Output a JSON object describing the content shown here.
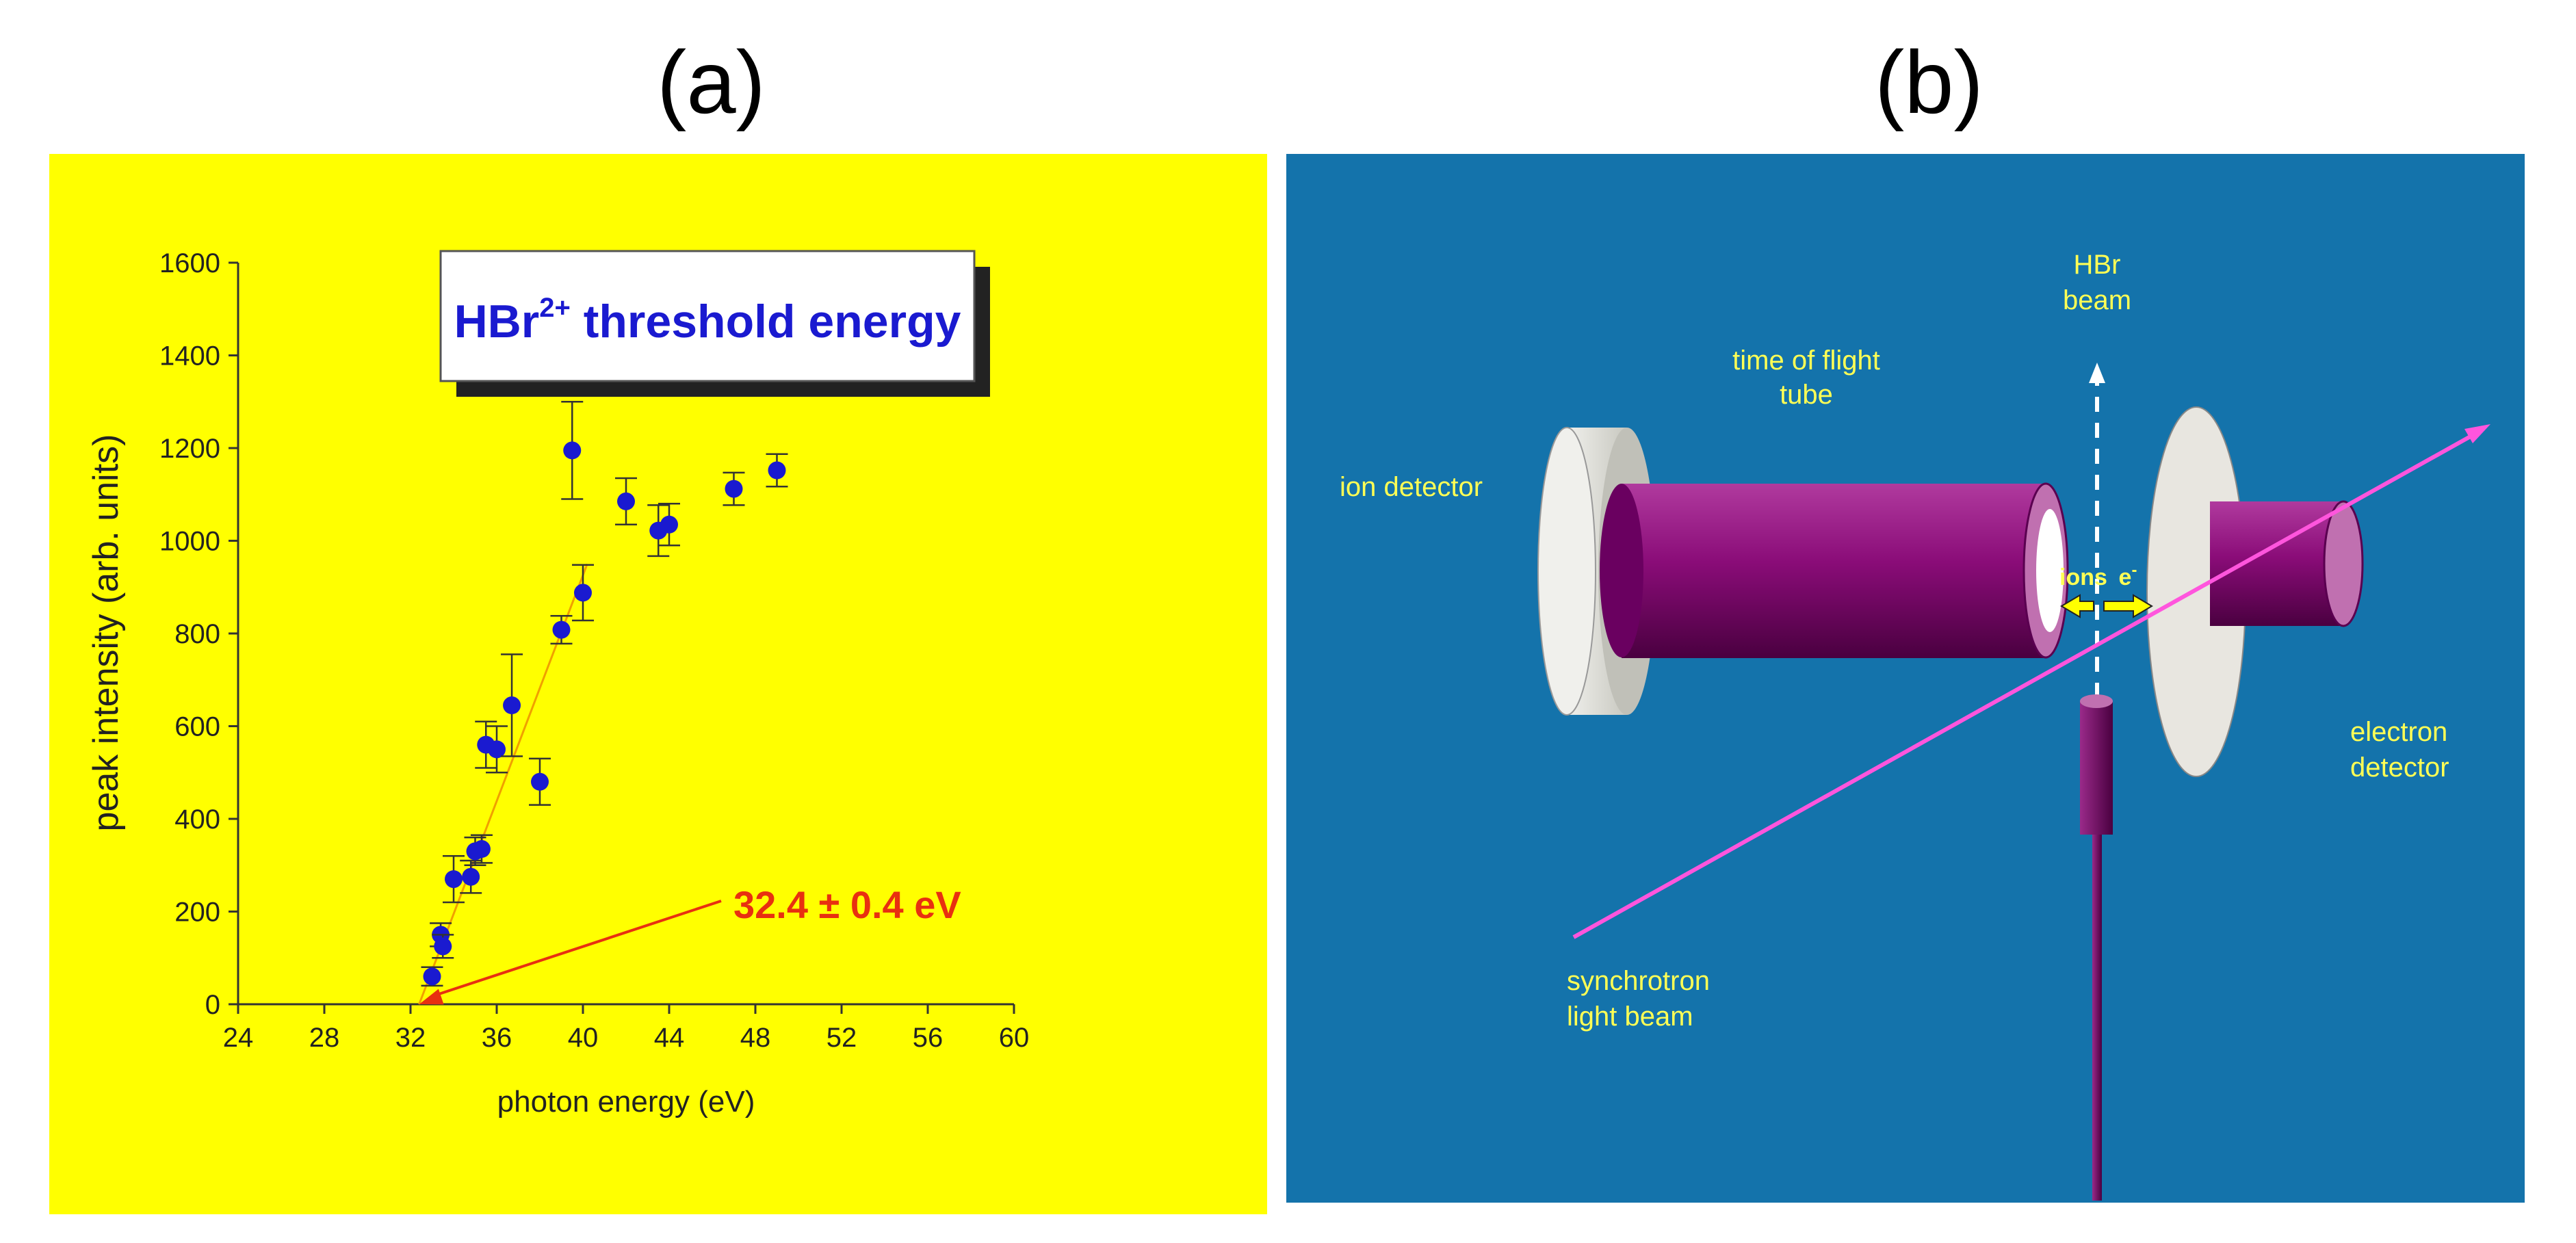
{
  "panels": {
    "a_label": "(a)",
    "b_label": "(b)"
  },
  "colors": {
    "panel_a_bg": "#ffff00",
    "panel_b_bg": "#1473ab",
    "point": "#1a1ad0",
    "fit_line": "#f0a000",
    "annotation": "#e83010",
    "label_yellow": "#ffff55",
    "tube_purple": "#8a0c78",
    "beam_pink": "#ff55dd"
  },
  "chart_data": {
    "type": "scatter",
    "title_main": "HBr",
    "title_sup": "2+",
    "title_rest": " threshold energy",
    "xlabel": "photon energy (eV)",
    "ylabel": "peak intensity (arb. units)",
    "xlim": [
      24,
      60
    ],
    "ylim": [
      0,
      1600
    ],
    "xticks": [
      24,
      28,
      32,
      36,
      40,
      44,
      48,
      52,
      56,
      60
    ],
    "yticks": [
      0,
      200,
      400,
      600,
      800,
      1000,
      1200,
      1400,
      1600
    ],
    "grid": false,
    "points": [
      {
        "x": 33.0,
        "y": 60,
        "err": 20
      },
      {
        "x": 33.4,
        "y": 150,
        "err": 25
      },
      {
        "x": 33.5,
        "y": 125,
        "err": 25
      },
      {
        "x": 34.0,
        "y": 270,
        "err": 50
      },
      {
        "x": 34.8,
        "y": 275,
        "err": 35
      },
      {
        "x": 35.0,
        "y": 330,
        "err": 30
      },
      {
        "x": 35.3,
        "y": 335,
        "err": 30
      },
      {
        "x": 35.5,
        "y": 560,
        "err": 50
      },
      {
        "x": 36.0,
        "y": 550,
        "err": 50
      },
      {
        "x": 36.7,
        "y": 645,
        "err": 110
      },
      {
        "x": 38.0,
        "y": 480,
        "err": 50
      },
      {
        "x": 39.0,
        "y": 808,
        "err": 30
      },
      {
        "x": 39.5,
        "y": 1195,
        "err": 105
      },
      {
        "x": 40.0,
        "y": 888,
        "err": 60
      },
      {
        "x": 42.0,
        "y": 1085,
        "err": 50
      },
      {
        "x": 43.5,
        "y": 1022,
        "err": 55
      },
      {
        "x": 44.0,
        "y": 1035,
        "err": 45
      },
      {
        "x": 47.0,
        "y": 1112,
        "err": 35
      },
      {
        "x": 49.0,
        "y": 1152,
        "err": 35
      }
    ],
    "fit_line": {
      "x": [
        32.4,
        40.2
      ],
      "y": [
        0,
        950
      ]
    },
    "annotation": {
      "text": "32.4 ± 0.4 eV",
      "x": 32.4,
      "y": 0
    }
  },
  "diagram": {
    "labels": {
      "ion_detector": "ion detector",
      "tof_line1": "time of flight",
      "tof_line2": "tube",
      "hbr_line1": "HBr",
      "hbr_line2": "beam",
      "ions": "ions",
      "electron": "e",
      "electron_sup": "-",
      "electron_det_line1": "electron",
      "electron_det_line2": "detector",
      "sync_line1": "synchrotron",
      "sync_line2": "light beam"
    }
  }
}
